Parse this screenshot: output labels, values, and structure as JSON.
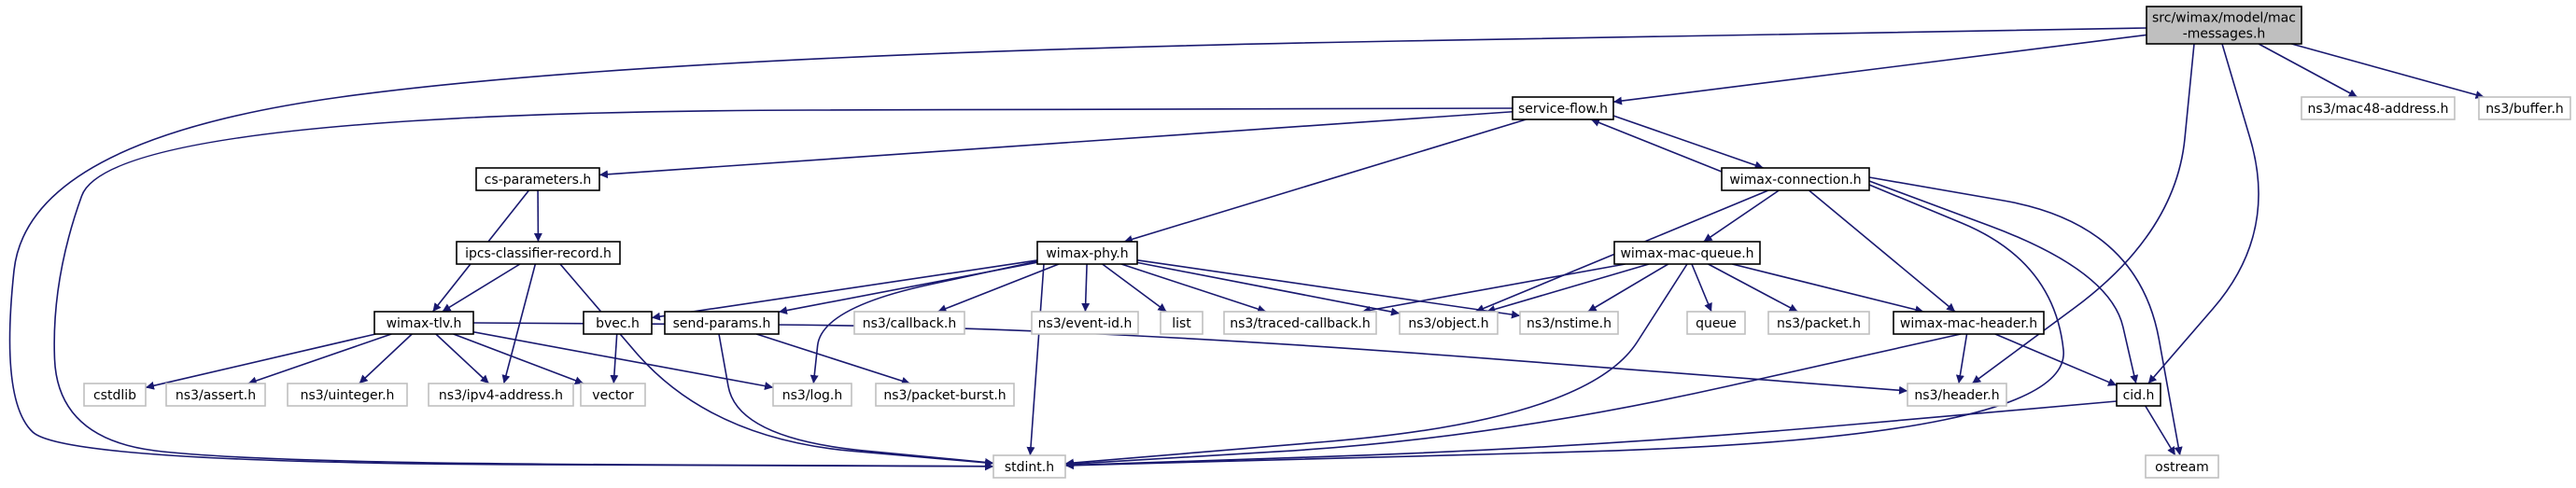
{
  "colors": {
    "edge": "#191970",
    "root_fill": "#bfbfbf",
    "root_stroke": "#000000",
    "internal_stroke": "#000000",
    "external_stroke": "#bfbfbf",
    "fill": "#ffffff",
    "text": "#000000"
  },
  "nodes": [
    {
      "id": "root",
      "kind": "root",
      "lines": [
        "src/wimax/model/mac",
        "-messages.h"
      ]
    },
    {
      "id": "service_flow",
      "kind": "internal",
      "lines": [
        "service-flow.h"
      ]
    },
    {
      "id": "mac48",
      "kind": "external",
      "lines": [
        "ns3/mac48-address.h"
      ]
    },
    {
      "id": "buffer",
      "kind": "external",
      "lines": [
        "ns3/buffer.h"
      ]
    },
    {
      "id": "cs_params",
      "kind": "internal",
      "lines": [
        "cs-parameters.h"
      ]
    },
    {
      "id": "wimax_conn",
      "kind": "internal",
      "lines": [
        "wimax-connection.h"
      ]
    },
    {
      "id": "ipcs",
      "kind": "internal",
      "lines": [
        "ipcs-classifier-record.h"
      ]
    },
    {
      "id": "wimax_phy",
      "kind": "internal",
      "lines": [
        "wimax-phy.h"
      ]
    },
    {
      "id": "wimax_mac_queue",
      "kind": "internal",
      "lines": [
        "wimax-mac-queue.h"
      ]
    },
    {
      "id": "wimax_tlv",
      "kind": "internal",
      "lines": [
        "wimax-tlv.h"
      ]
    },
    {
      "id": "bvec",
      "kind": "internal",
      "lines": [
        "bvec.h"
      ]
    },
    {
      "id": "send_params",
      "kind": "internal",
      "lines": [
        "send-params.h"
      ]
    },
    {
      "id": "callback",
      "kind": "external",
      "lines": [
        "ns3/callback.h"
      ]
    },
    {
      "id": "event_id",
      "kind": "external",
      "lines": [
        "ns3/event-id.h"
      ]
    },
    {
      "id": "list",
      "kind": "external",
      "lines": [
        "list"
      ]
    },
    {
      "id": "traced_callback",
      "kind": "external",
      "lines": [
        "ns3/traced-callback.h"
      ]
    },
    {
      "id": "object",
      "kind": "external",
      "lines": [
        "ns3/object.h"
      ]
    },
    {
      "id": "nstime",
      "kind": "external",
      "lines": [
        "ns3/nstime.h"
      ]
    },
    {
      "id": "queue",
      "kind": "external",
      "lines": [
        "queue"
      ]
    },
    {
      "id": "packet",
      "kind": "external",
      "lines": [
        "ns3/packet.h"
      ]
    },
    {
      "id": "wimax_mac_header",
      "kind": "internal",
      "lines": [
        "wimax-mac-header.h"
      ]
    },
    {
      "id": "cstdlib",
      "kind": "external",
      "lines": [
        "cstdlib"
      ]
    },
    {
      "id": "assert",
      "kind": "external",
      "lines": [
        "ns3/assert.h"
      ]
    },
    {
      "id": "uinteger",
      "kind": "external",
      "lines": [
        "ns3/uinteger.h"
      ]
    },
    {
      "id": "ipv4",
      "kind": "external",
      "lines": [
        "ns3/ipv4-address.h"
      ]
    },
    {
      "id": "vector",
      "kind": "external",
      "lines": [
        "vector"
      ]
    },
    {
      "id": "log",
      "kind": "external",
      "lines": [
        "ns3/log.h"
      ]
    },
    {
      "id": "packet_burst",
      "kind": "external",
      "lines": [
        "ns3/packet-burst.h"
      ]
    },
    {
      "id": "header",
      "kind": "external",
      "lines": [
        "ns3/header.h"
      ]
    },
    {
      "id": "cid",
      "kind": "internal",
      "lines": [
        "cid.h"
      ]
    },
    {
      "id": "stdint",
      "kind": "external",
      "lines": [
        "stdint.h"
      ]
    },
    {
      "id": "ostream",
      "kind": "external",
      "lines": [
        "ostream"
      ]
    }
  ],
  "edges": [
    {
      "from": "root",
      "to": "service_flow"
    },
    {
      "from": "root",
      "to": "mac48"
    },
    {
      "from": "root",
      "to": "buffer"
    },
    {
      "from": "root",
      "to": "stdint"
    },
    {
      "from": "root",
      "to": "header"
    },
    {
      "from": "root",
      "to": "cid"
    },
    {
      "from": "service_flow",
      "to": "cs_params"
    },
    {
      "from": "service_flow",
      "to": "wimax_conn"
    },
    {
      "from": "service_flow",
      "to": "wimax_phy"
    },
    {
      "from": "service_flow",
      "to": "stdint"
    },
    {
      "from": "wimax_conn",
      "to": "service_flow"
    },
    {
      "from": "wimax_conn",
      "to": "wimax_mac_queue"
    },
    {
      "from": "wimax_conn",
      "to": "object"
    },
    {
      "from": "wimax_conn",
      "to": "wimax_mac_header"
    },
    {
      "from": "wimax_conn",
      "to": "cid"
    },
    {
      "from": "wimax_conn",
      "to": "stdint"
    },
    {
      "from": "wimax_conn",
      "to": "ostream"
    },
    {
      "from": "cs_params",
      "to": "ipcs"
    },
    {
      "from": "cs_params",
      "to": "wimax_tlv"
    },
    {
      "from": "ipcs",
      "to": "wimax_tlv"
    },
    {
      "from": "ipcs",
      "to": "ipv4"
    },
    {
      "from": "ipcs",
      "to": "stdint"
    },
    {
      "from": "wimax_phy",
      "to": "bvec"
    },
    {
      "from": "wimax_phy",
      "to": "send_params"
    },
    {
      "from": "wimax_phy",
      "to": "callback"
    },
    {
      "from": "wimax_phy",
      "to": "event_id"
    },
    {
      "from": "wimax_phy",
      "to": "list"
    },
    {
      "from": "wimax_phy",
      "to": "traced_callback"
    },
    {
      "from": "wimax_phy",
      "to": "object"
    },
    {
      "from": "wimax_phy",
      "to": "nstime"
    },
    {
      "from": "wimax_phy",
      "to": "log"
    },
    {
      "from": "wimax_phy",
      "to": "stdint"
    },
    {
      "from": "wimax_mac_queue",
      "to": "traced_callback"
    },
    {
      "from": "wimax_mac_queue",
      "to": "object"
    },
    {
      "from": "wimax_mac_queue",
      "to": "nstime"
    },
    {
      "from": "wimax_mac_queue",
      "to": "queue"
    },
    {
      "from": "wimax_mac_queue",
      "to": "packet"
    },
    {
      "from": "wimax_mac_queue",
      "to": "wimax_mac_header"
    },
    {
      "from": "wimax_mac_queue",
      "to": "stdint"
    },
    {
      "from": "wimax_tlv",
      "to": "cstdlib"
    },
    {
      "from": "wimax_tlv",
      "to": "assert"
    },
    {
      "from": "wimax_tlv",
      "to": "uinteger"
    },
    {
      "from": "wimax_tlv",
      "to": "ipv4"
    },
    {
      "from": "wimax_tlv",
      "to": "vector"
    },
    {
      "from": "wimax_tlv",
      "to": "log"
    },
    {
      "from": "wimax_tlv",
      "to": "header"
    },
    {
      "from": "bvec",
      "to": "vector"
    },
    {
      "from": "send_params",
      "to": "packet_burst"
    },
    {
      "from": "send_params",
      "to": "stdint"
    },
    {
      "from": "wimax_mac_header",
      "to": "header"
    },
    {
      "from": "wimax_mac_header",
      "to": "cid"
    },
    {
      "from": "wimax_mac_header",
      "to": "stdint"
    },
    {
      "from": "cid",
      "to": "stdint"
    },
    {
      "from": "cid",
      "to": "ostream"
    }
  ]
}
